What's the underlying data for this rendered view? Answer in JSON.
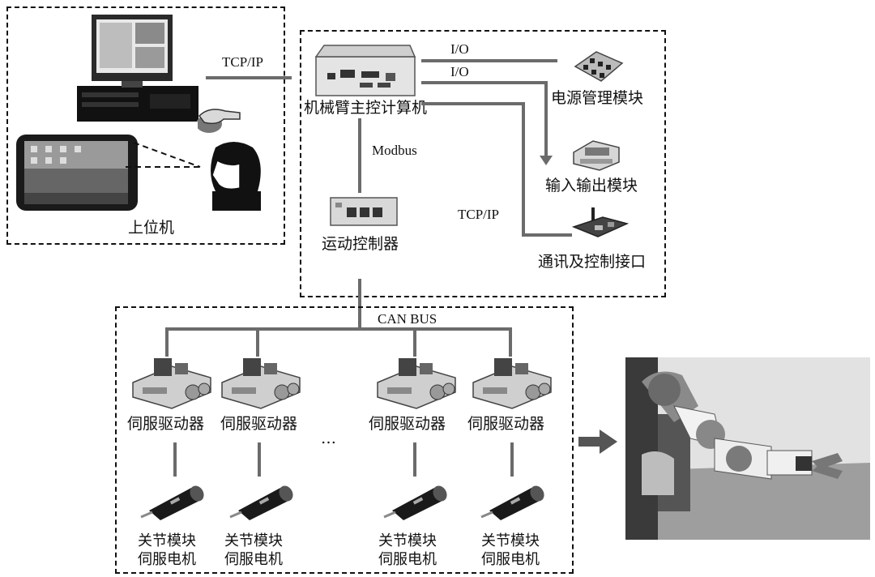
{
  "host": {
    "label": "上位机"
  },
  "controller_box": {
    "main_computer": "机械臂主控计算机",
    "power_module": "电源管理模块",
    "io_module": "输入输出模块",
    "comm_interface": "通讯及控制接口",
    "motion_controller": "运动控制器",
    "link_io_1": "I/O",
    "link_io_2": "I/O",
    "link_modbus": "Modbus",
    "link_tcpip_comm": "TCP/IP"
  },
  "link_tcpip_host": "TCP/IP",
  "can_bus": {
    "label": "CAN BUS",
    "ellipsis": "…",
    "drivers": [
      {
        "label": "伺服驱动器",
        "motor_line1": "关节模块",
        "motor_line2": "伺服电机"
      },
      {
        "label": "伺服驱动器",
        "motor_line1": "关节模块",
        "motor_line2": "伺服电机"
      },
      {
        "label": "伺服驱动器",
        "motor_line1": "关节模块",
        "motor_line2": "伺服电机"
      },
      {
        "label": "伺服驱动器",
        "motor_line1": "关节模块",
        "motor_line2": "伺服电机"
      }
    ]
  },
  "colors": {
    "line": "#6b6b6b",
    "border": "#111111",
    "arrow": "#555555"
  }
}
